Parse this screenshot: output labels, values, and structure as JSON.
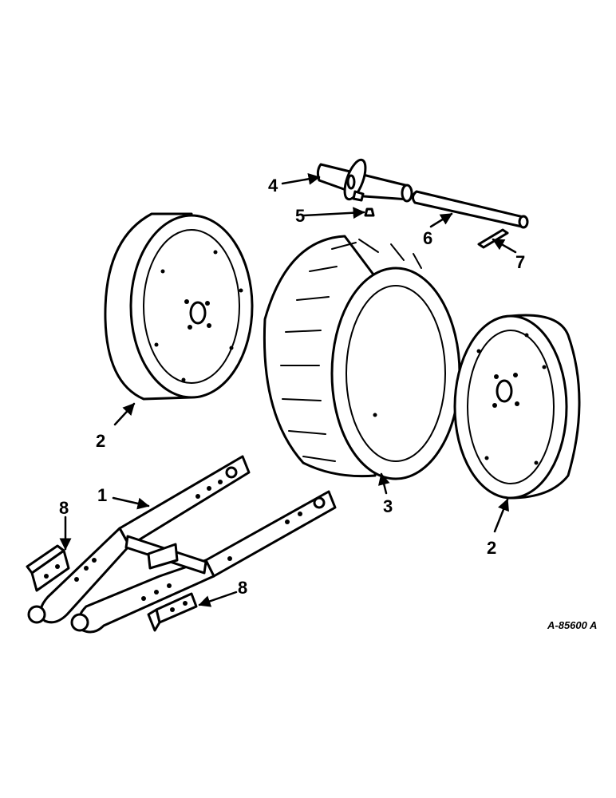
{
  "callouts": {
    "frame": "1",
    "wheel_left": "2",
    "tire": "3",
    "spindle_hub": "4",
    "set_screw": "5",
    "axle_shaft": "6",
    "cotter_pin": "7",
    "bracket_left": "8",
    "wheel_right": "2",
    "bracket_bottom": "8"
  },
  "drawing_number": "A-85600 A",
  "colors": {
    "ink": "#000000",
    "paper": "#ffffff"
  }
}
